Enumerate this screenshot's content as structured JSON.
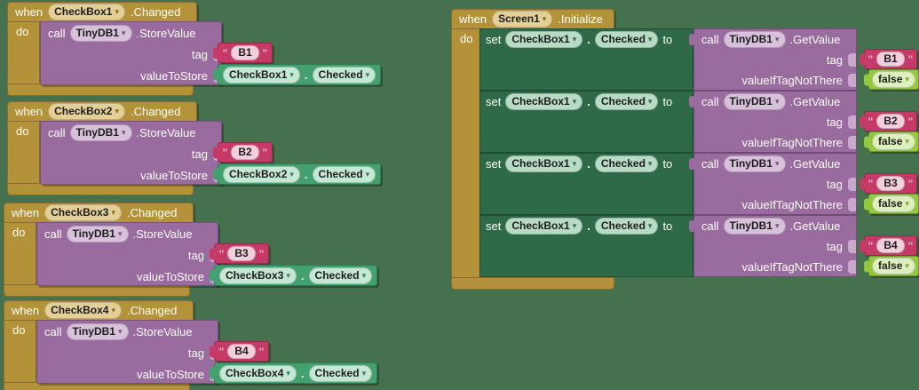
{
  "workspace": {
    "background": "#46714E"
  },
  "labels": {
    "when": "when",
    "do": "do",
    "call": "call",
    "set": "set",
    "to": "to",
    "dot": ".",
    "tag": "tag",
    "valueToStore": "valueToStore",
    "valueIfTagNotThere": "valueIfTagNotThere",
    "quote": "\""
  },
  "colors": {
    "event_gold": "#B4923A",
    "event_pill": "#E4CF97",
    "method_purple": "#9A6B9E",
    "method_pill": "#D8C1DB",
    "text_red": "#C53A67",
    "text_pill": "#F3CFDD",
    "getter_green": "#43A06F",
    "getter_pill": "#C6E7D3",
    "setter_dark_green": "#2E6A48",
    "setter_pill": "#B7DBC5",
    "logic_lime": "#94C83D",
    "logic_pill": "#DCEFBC"
  },
  "store_blocks": [
    {
      "event_component": "CheckBox1",
      "event_suffix": ".Changed",
      "call_component": "TinyDB1",
      "call_method": ".StoreValue",
      "tag_value": "B1",
      "value_component": "CheckBox1",
      "value_property": "Checked"
    },
    {
      "event_component": "CheckBox2",
      "event_suffix": ".Changed",
      "call_component": "TinyDB1",
      "call_method": ".StoreValue",
      "tag_value": "B2",
      "value_component": "CheckBox2",
      "value_property": "Checked"
    },
    {
      "event_component": "CheckBox3",
      "event_suffix": ".Changed",
      "call_component": "TinyDB1",
      "call_method": ".StoreValue",
      "tag_value": "B3",
      "value_component": "CheckBox3",
      "value_property": "Checked"
    },
    {
      "event_component": "CheckBox4",
      "event_suffix": ".Changed",
      "call_component": "TinyDB1",
      "call_method": ".StoreValue",
      "tag_value": "B4",
      "value_component": "CheckBox4",
      "value_property": "Checked"
    }
  ],
  "init_block": {
    "event_component": "Screen1",
    "event_suffix": ".Initialize",
    "rows": [
      {
        "set_component": "CheckBox1",
        "set_property": "Checked",
        "call_component": "TinyDB1",
        "call_method": ".GetValue",
        "tag_value": "B1",
        "default_value": "false"
      },
      {
        "set_component": "CheckBox1",
        "set_property": "Checked",
        "call_component": "TinyDB1",
        "call_method": ".GetValue",
        "tag_value": "B2",
        "default_value": "false"
      },
      {
        "set_component": "CheckBox1",
        "set_property": "Checked",
        "call_component": "TinyDB1",
        "call_method": ".GetValue",
        "tag_value": "B3",
        "default_value": "false"
      },
      {
        "set_component": "CheckBox1",
        "set_property": "Checked",
        "call_component": "TinyDB1",
        "call_method": ".GetValue",
        "tag_value": "B4",
        "default_value": "false"
      }
    ]
  }
}
